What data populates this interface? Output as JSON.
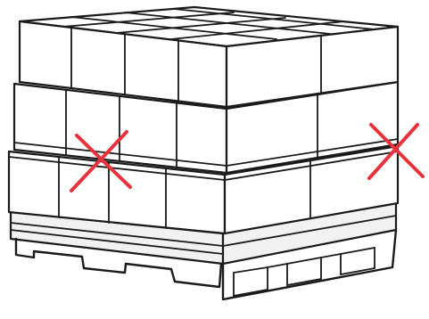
{
  "figure": {
    "subject": "palletized-box-stack",
    "layers": 3,
    "marks": [
      {
        "kind": "cross",
        "color": "#e8323c"
      },
      {
        "kind": "cross",
        "color": "#e8323c"
      }
    ],
    "colors": {
      "line": "#1a1a1a",
      "background": "#ffffff",
      "mark": "#e8323c"
    }
  }
}
